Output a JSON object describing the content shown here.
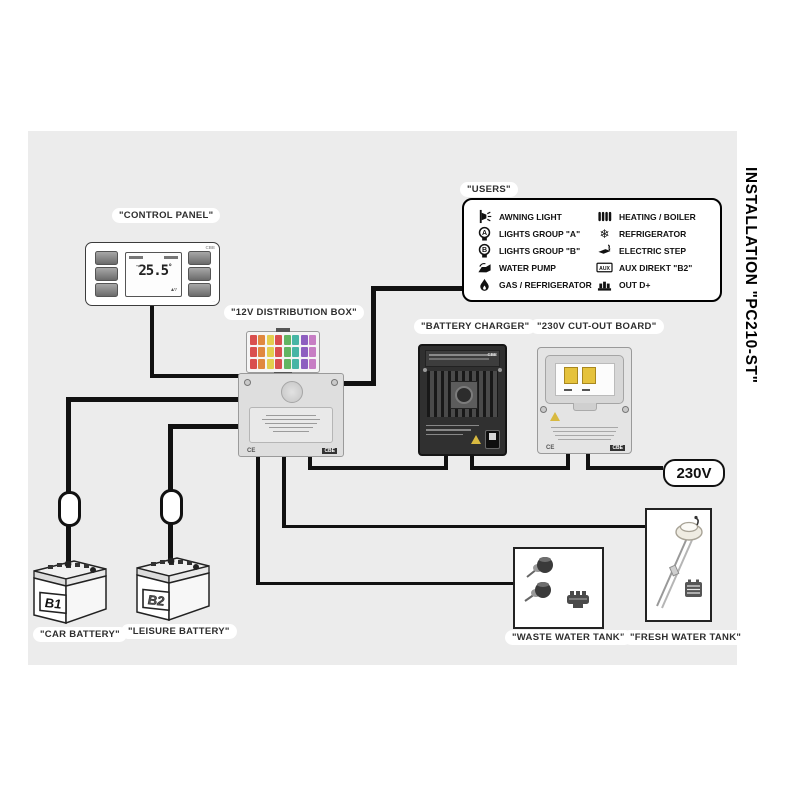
{
  "title": {
    "vertical": "INSTALLATION \"PC210-ST\""
  },
  "brand": {
    "ce": "CE",
    "cbe": "CBE"
  },
  "control_panel": {
    "label": "\"CONTROL PANEL\"",
    "display": {
      "value": "25.5",
      "degree": "°"
    }
  },
  "distribution_box": {
    "label": "\"12V DISTRIBUTION BOX\""
  },
  "users": {
    "label": "\"USERS\"",
    "aux_text": "AUX",
    "left": [
      {
        "icon": "awning-light-icon",
        "label": "AWNING LIGHT"
      },
      {
        "icon": "lights-group-a-icon",
        "label": "LIGHTS GROUP \"A\""
      },
      {
        "icon": "lights-group-b-icon",
        "label": "LIGHTS GROUP \"B\""
      },
      {
        "icon": "water-pump-icon",
        "label": "WATER PUMP"
      },
      {
        "icon": "gas-refrigerator-icon",
        "label": "GAS / REFRIGERATOR"
      }
    ],
    "right": [
      {
        "icon": "heating-boiler-icon",
        "label": "HEATING / BOILER"
      },
      {
        "icon": "refrigerator-icon",
        "label": "REFRIGERATOR"
      },
      {
        "icon": "electric-step-icon",
        "label": "ELECTRIC STEP"
      },
      {
        "icon": "aux-icon",
        "label": "AUX DIREKT \"B2\""
      },
      {
        "icon": "out-d-plus-icon",
        "label": "OUT D+"
      }
    ]
  },
  "battery_charger": {
    "label": "\"BATTERY CHARGER\""
  },
  "cutout_board": {
    "label": "\"230V CUT-OUT BOARD\""
  },
  "mains": {
    "label": "230V"
  },
  "batteries": [
    {
      "code": "B1",
      "label": "\"CAR BATTERY\""
    },
    {
      "code": "B2",
      "label": "\"LEISURE BATTERY\""
    }
  ],
  "tanks": {
    "waste": {
      "label": "\"WASTE WATER TANK\""
    },
    "fresh": {
      "label": "\"FRESH WATER TANK\""
    }
  },
  "colors": {
    "backdrop": "#ececec",
    "wire": "#111111",
    "fuses": [
      "#d94f4f",
      "#e0883f",
      "#e3cf4e",
      "#d94f4f",
      "#62b562",
      "#46b5a5",
      "#8e5fc0",
      "#c77ec4"
    ]
  }
}
